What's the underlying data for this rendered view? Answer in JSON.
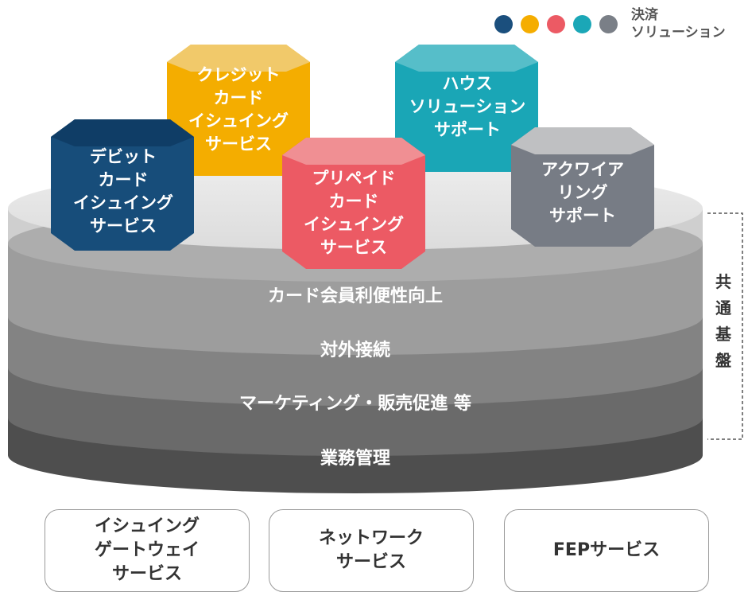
{
  "legend": {
    "colors": [
      "#1b4f7d",
      "#f5ad00",
      "#ec5a64",
      "#1ba7b7",
      "#7a7f87"
    ],
    "label": "決済\nソリューション"
  },
  "layers": [
    "カード会員利便性向上",
    "対外接続",
    "マーケティング・販売促進 等",
    "業務管理"
  ],
  "bracket_label": [
    "共",
    "通",
    "基",
    "盤"
  ],
  "hexagons": [
    {
      "lines": [
        "デビット",
        "カード",
        "イシュイング",
        "サービス"
      ],
      "color": "#174d7a",
      "top_color": "#0f3d66"
    },
    {
      "lines": [
        "クレジット",
        "カード",
        "イシュイング",
        "サービス"
      ],
      "color": "#f4ad00",
      "top_color": "#f1c96a"
    },
    {
      "lines": [
        "プリペイド",
        "カード",
        "イシュイング",
        "サービス"
      ],
      "color": "#ec5a64",
      "top_color": "#f08f93"
    },
    {
      "lines": [
        "ハウス",
        "ソリューション",
        "サポート"
      ],
      "color": "#1aa6b6",
      "top_color": "#56bec9"
    },
    {
      "lines": [
        "アクワイア",
        "リング",
        "サポート"
      ],
      "color": "#777c85",
      "top_color": "#bfc0c2"
    }
  ],
  "bottom_boxes": [
    "イシュイング\nゲートウェイ\nサービス",
    "ネットワーク\nサービス",
    "FEPサービス"
  ]
}
